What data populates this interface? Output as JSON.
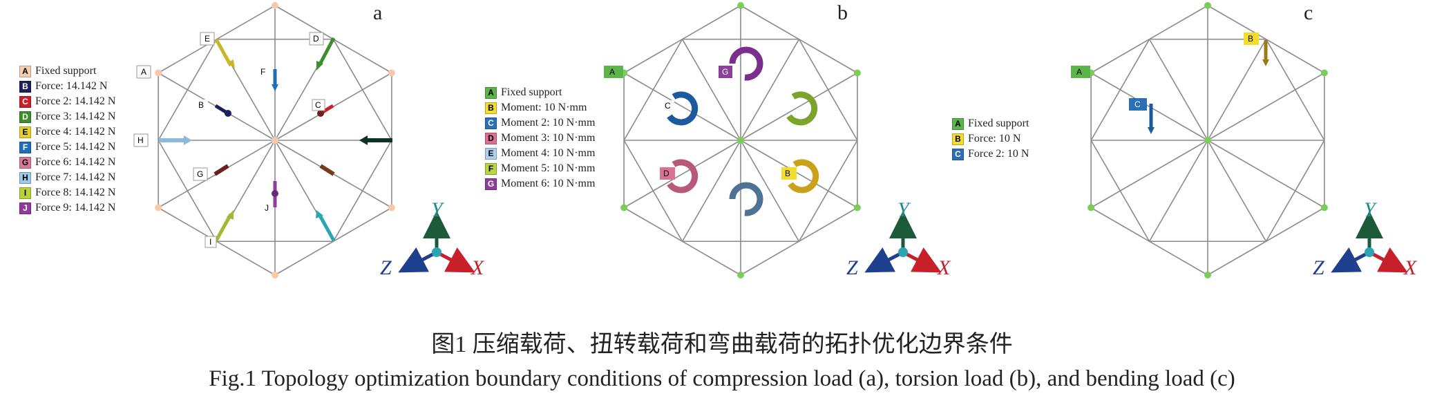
{
  "panels": {
    "a": {
      "letter": "a",
      "legend": [
        {
          "key": "A",
          "label": "Fixed support",
          "color": "#f4cfb4"
        },
        {
          "key": "B",
          "label": "Force: 14.142 N",
          "color": "#1b1f5c"
        },
        {
          "key": "C",
          "label": "Force 2: 14.142 N",
          "color": "#c8202b"
        },
        {
          "key": "D",
          "label": "Force 3: 14.142 N",
          "color": "#3d8f2c"
        },
        {
          "key": "E",
          "label": "Force 4: 14.142 N",
          "color": "#e6cf2b"
        },
        {
          "key": "F",
          "label": "Force 5: 14.142 N",
          "color": "#1f6fb8"
        },
        {
          "key": "G",
          "label": "Force 6: 14.142 N",
          "color": "#d8789a"
        },
        {
          "key": "H",
          "label": "Force 7: 14.142 N",
          "color": "#9ec8e8"
        },
        {
          "key": "I",
          "label": "Force 8: 14.142 N",
          "color": "#b9d23a"
        },
        {
          "key": "J",
          "label": "Force 9: 14.142 N",
          "color": "#8e3d9a"
        }
      ]
    },
    "b": {
      "letter": "b",
      "legend": [
        {
          "key": "A",
          "label": "Fixed support",
          "color": "#5bb54a"
        },
        {
          "key": "B",
          "label": "Moment: 10 N·mm",
          "color": "#f2dc2e"
        },
        {
          "key": "C",
          "label": "Moment 2: 10 N·mm",
          "color": "#2b6fb5"
        },
        {
          "key": "D",
          "label": "Moment 3: 10 N·mm",
          "color": "#d97197"
        },
        {
          "key": "E",
          "label": "Moment 4: 10 N·mm",
          "color": "#a9d2ef"
        },
        {
          "key": "F",
          "label": "Moment 5: 10 N·mm",
          "color": "#b8d63e"
        },
        {
          "key": "G",
          "label": "Moment 6: 10 N·mm",
          "color": "#8b3f9b"
        }
      ]
    },
    "c": {
      "letter": "c",
      "legend": [
        {
          "key": "A",
          "label": "Fixed support",
          "color": "#5bb54a"
        },
        {
          "key": "B",
          "label": "Force: 10 N",
          "color": "#f2dc2e"
        },
        {
          "key": "C",
          "label": "Force 2: 10 N",
          "color": "#2b6fb5"
        }
      ]
    }
  },
  "axes": {
    "x": "X",
    "y": "Y",
    "z": "Z"
  },
  "caption": {
    "chinese": "图1  压缩载荷、扭转载荷和弯曲载荷的拓扑优化边界条件",
    "english": "Fig.1  Topology optimization boundary conditions of compression load (a), torsion load (b), and bending load (c)"
  },
  "labels_a": [
    "A",
    "B",
    "C",
    "D",
    "E",
    "F",
    "G",
    "H",
    "I",
    "J"
  ],
  "labels_b": [
    "A",
    "B",
    "C",
    "D",
    "G"
  ],
  "labels_c": [
    "A",
    "B",
    "C"
  ]
}
